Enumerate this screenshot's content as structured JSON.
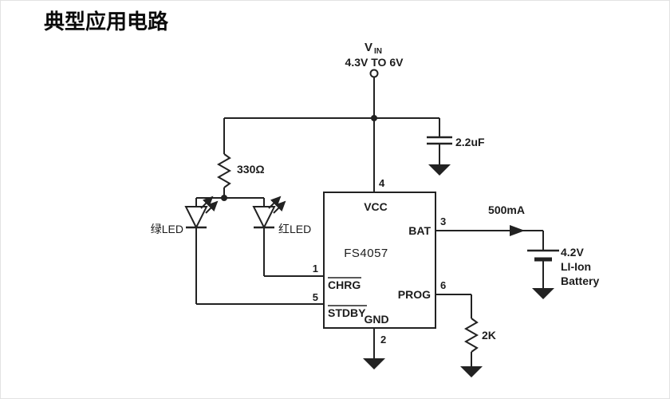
{
  "title": "典型应用电路",
  "supply": {
    "name": "V",
    "name_sub": "IN",
    "range": "4.3V TO 6V"
  },
  "components": {
    "cap": "2.2uF",
    "r1": "330Ω",
    "r2": "2K",
    "green_led": "绿LED",
    "red_led": "红LED",
    "current": "500mA",
    "battery": {
      "voltage": "4.2V",
      "chemistry": "LI-Ion",
      "label": "Battery"
    }
  },
  "ic": {
    "name": "FS4057",
    "pins": {
      "vcc": {
        "num": "4",
        "label": "VCC"
      },
      "bat": {
        "num": "3",
        "label": "BAT"
      },
      "chrg": {
        "num": "1",
        "label": "CHRG"
      },
      "stdby": {
        "num": "5",
        "label": "STDBY"
      },
      "prog": {
        "num": "6",
        "label": "PROG"
      },
      "gnd": {
        "num": "2",
        "label": "GND"
      }
    }
  }
}
